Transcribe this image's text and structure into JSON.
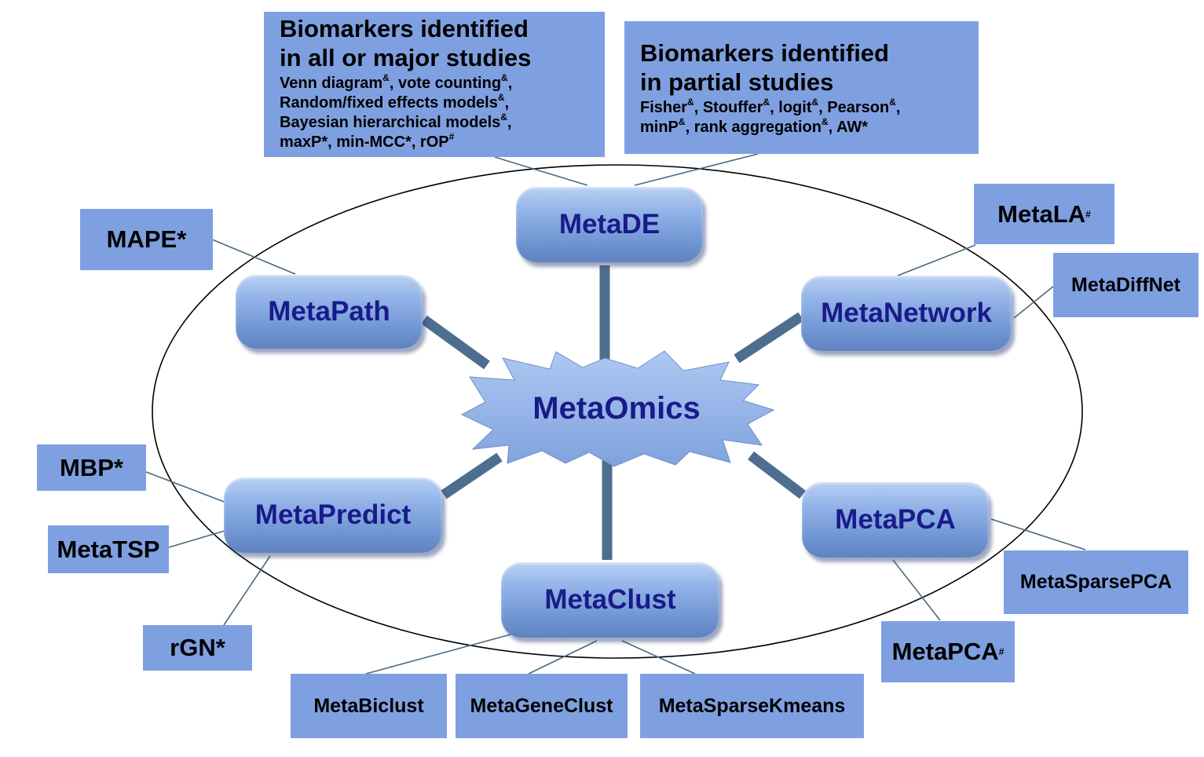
{
  "center": {
    "label": "MetaOmics"
  },
  "modules": {
    "metade": "MetaDE",
    "metapath": "MetaPath",
    "metanetwork": "MetaNetwork",
    "metapredict": "MetaPredict",
    "metapca": "MetaPCA",
    "metaclust": "MetaClust"
  },
  "metade_boxes": {
    "major": {
      "title_line1": "Biomarkers identified",
      "title_line2": "in all or major studies",
      "methods": [
        [
          {
            "t": "Venn diagram"
          },
          {
            "t": "&",
            "sup": true
          },
          {
            "t": ", vote counting"
          },
          {
            "t": "&",
            "sup": true
          },
          {
            "t": ","
          }
        ],
        [
          {
            "t": "Random/fixed effects models"
          },
          {
            "t": "&",
            "sup": true
          },
          {
            "t": ","
          }
        ],
        [
          {
            "t": "Bayesian hierarchical models"
          },
          {
            "t": "&",
            "sup": true
          },
          {
            "t": ","
          }
        ],
        [
          {
            "t": "maxP*, min-MCC*, rOP"
          },
          {
            "t": "#",
            "sup": true
          }
        ]
      ]
    },
    "partial": {
      "title_line1": "Biomarkers identified",
      "title_line2": "in partial studies",
      "methods": [
        [
          {
            "t": "Fisher"
          },
          {
            "t": "&",
            "sup": true
          },
          {
            "t": ", Stouffer"
          },
          {
            "t": "&",
            "sup": true
          },
          {
            "t": ", logit"
          },
          {
            "t": "&",
            "sup": true
          },
          {
            "t": ", Pearson"
          },
          {
            "t": "&",
            "sup": true
          },
          {
            "t": ","
          }
        ],
        [
          {
            "t": "minP"
          },
          {
            "t": "&",
            "sup": true
          },
          {
            "t": ", rank aggregation"
          },
          {
            "t": "&",
            "sup": true
          },
          {
            "t": ", AW*"
          }
        ]
      ]
    }
  },
  "methods": {
    "mape": "MAPE*",
    "metala": "MetaLA",
    "metala_sup": "#",
    "metadiffnet": "MetaDiffNet",
    "mbp": "MBP*",
    "metatsp": "MetaTSP",
    "rgn": "rGN*",
    "metasparsepca": "MetaSparsePCA",
    "metapca_method": "MetaPCA",
    "metapca_method_sup": "#",
    "metabiclust": "MetaBiclust",
    "metageneclust": "MetaGeneClust",
    "metasparsekmeans": "MetaSparseKmeans"
  },
  "colors": {
    "box_fill": "#7fa0e0",
    "module_text": "#1a1a8a",
    "connector": "#4d6e8e",
    "thin_line": "#4a6a80"
  }
}
